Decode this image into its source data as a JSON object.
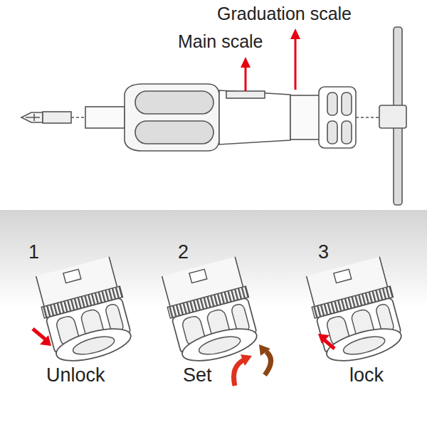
{
  "diagram": {
    "labels": [
      "Graduation scale",
      "Main scale",
      "1",
      "2",
      "3",
      "Unlock",
      "Set",
      "lock"
    ]
  }
}
